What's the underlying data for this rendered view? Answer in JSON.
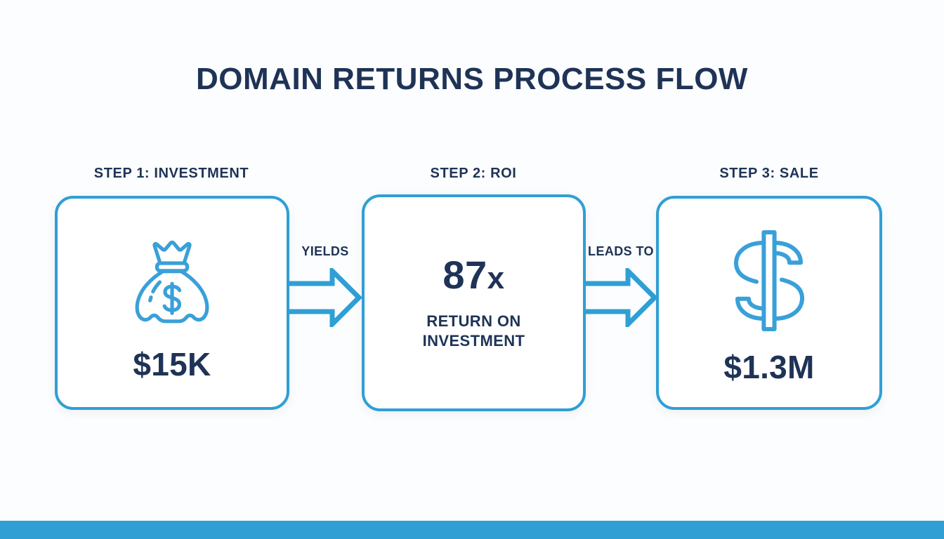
{
  "page": {
    "title": "DOMAIN RETURNS PROCESS FLOW",
    "background_color": "#fcfdfe",
    "accent_color": "#2f9fd4",
    "text_color": "#1e3356"
  },
  "steps": [
    {
      "label": "STEP 1: INVESTMENT",
      "icon": "money-bag-icon",
      "value": "$15K",
      "metric": "",
      "metric_unit": "",
      "caption": ""
    },
    {
      "label": "STEP 2: ROI",
      "icon": "",
      "value": "",
      "metric": "87",
      "metric_unit": "x",
      "caption": "RETURN ON INVESTMENT"
    },
    {
      "label": "STEP 3: SALE",
      "icon": "dollar-sign-icon",
      "value": "$1.3M",
      "metric": "",
      "metric_unit": "",
      "caption": ""
    }
  ],
  "connectors": [
    {
      "label": "YIELDS",
      "icon": "arrow-right-icon"
    },
    {
      "label": "LEADS TO",
      "icon": "arrow-right-icon"
    }
  ],
  "footer": {
    "bar_color": "#2f9fd4"
  }
}
